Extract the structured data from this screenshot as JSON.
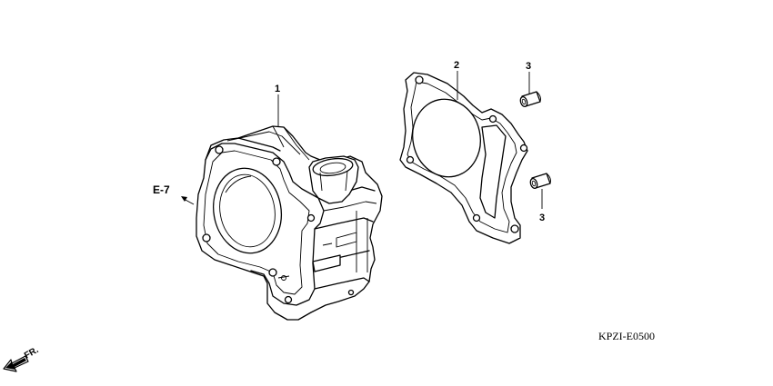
{
  "callouts": {
    "cylinder": "1",
    "gasket": "2",
    "dowel_top": "3",
    "dowel_bottom": "3"
  },
  "ref_label": "E-7",
  "diagram_code": "KPZI-E0500",
  "front_label": "FR."
}
